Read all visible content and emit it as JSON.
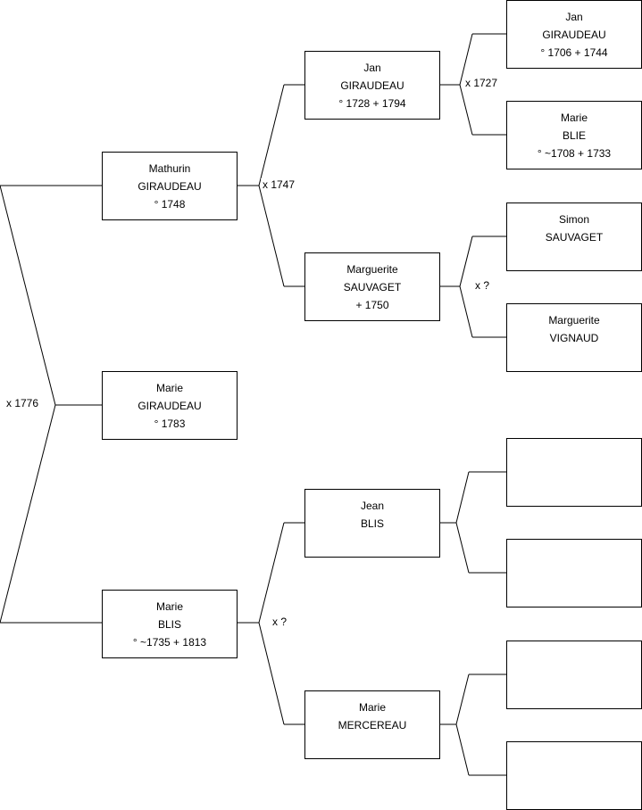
{
  "people": {
    "child": {
      "first": "Marie",
      "last": "GIRAUDEAU",
      "dates": "° 1783"
    },
    "father": {
      "first": "Mathurin",
      "last": "GIRAUDEAU",
      "dates": "° 1748"
    },
    "mother": {
      "first": "Marie",
      "last": "BLIS",
      "dates": "° ~1735 + 1813"
    },
    "pat_grandfather": {
      "first": "Jan",
      "last": "GIRAUDEAU",
      "dates": "° 1728 + 1794"
    },
    "pat_grandmother": {
      "first": "Marguerite",
      "last": "SAUVAGET",
      "dates": "+ 1750"
    },
    "mat_grandfather": {
      "first": "Jean",
      "last": "BLIS",
      "dates": ""
    },
    "mat_grandmother": {
      "first": "Marie",
      "last": "MERCEREAU",
      "dates": ""
    },
    "ggf_1": {
      "first": "Jan",
      "last": "GIRAUDEAU",
      "dates": "° 1706 + 1744"
    },
    "ggm_1": {
      "first": "Marie",
      "last": "BLIE",
      "dates": "° ~1708 + 1733"
    },
    "ggf_2": {
      "first": "Simon",
      "last": "SAUVAGET",
      "dates": ""
    },
    "ggm_2": {
      "first": "Marguerite",
      "last": "VIGNAUD",
      "dates": ""
    },
    "ggf_3": {
      "first": "",
      "last": "",
      "dates": ""
    },
    "ggm_3": {
      "first": "",
      "last": "",
      "dates": ""
    },
    "ggf_4": {
      "first": "",
      "last": "",
      "dates": ""
    },
    "ggm_4": {
      "first": "",
      "last": "",
      "dates": ""
    }
  },
  "marriages": {
    "parents": "x 1776",
    "pat_grandparents": "x 1747",
    "mat_grandparents": "x ?",
    "ggp_1": "x 1727",
    "ggp_2": "x ?"
  },
  "colors": {
    "line": "#000000",
    "box_border": "#000000",
    "background": "#ffffff"
  }
}
